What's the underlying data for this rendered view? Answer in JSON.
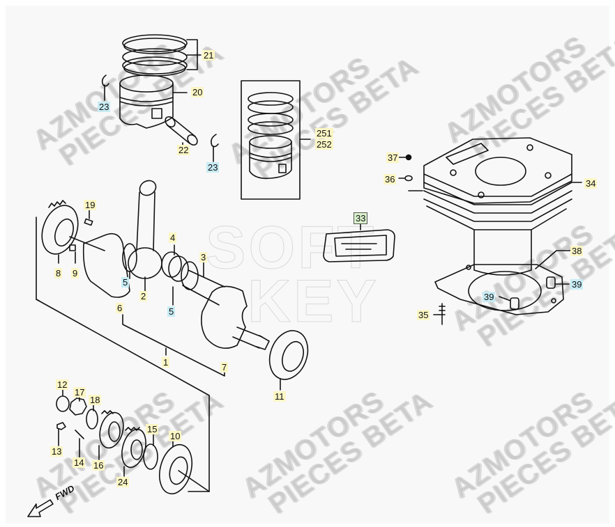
{
  "diagram": {
    "type": "exploded-parts-diagram",
    "subject": "Engine crankshaft, piston and cylinder assembly",
    "direction_label": "FWD",
    "watermarks": {
      "line1": "AZMOTORS",
      "line2": "PIECES BETA",
      "center": [
        "SOFT",
        "KEY"
      ]
    },
    "colors": {
      "label_yellow": "#fbf6c4",
      "label_cyan": "#c8ecf4",
      "label_green": "#d9f1cc",
      "line": "#111111",
      "background": "#f8f8f8"
    },
    "labels": [
      {
        "id": "21",
        "text": "21",
        "part": "piston rings set",
        "style": "yellow"
      },
      {
        "id": "20",
        "text": "20",
        "part": "piston",
        "style": "yellow"
      },
      {
        "id": "23a",
        "text": "23",
        "part": "piston pin circlip (left)",
        "style": "cyan"
      },
      {
        "id": "22",
        "text": "22",
        "part": "piston pin",
        "style": "yellow"
      },
      {
        "id": "23b",
        "text": "23",
        "part": "piston pin circlip (right)",
        "style": "cyan"
      },
      {
        "id": "251",
        "text": "251",
        "part": "piston kit option",
        "style": "yellow"
      },
      {
        "id": "252",
        "text": "252",
        "part": "piston kit option",
        "style": "yellow"
      },
      {
        "id": "37",
        "text": "37",
        "part": "nut",
        "style": "yellow"
      },
      {
        "id": "36",
        "text": "36",
        "part": "washer",
        "style": "yellow"
      },
      {
        "id": "34",
        "text": "34",
        "part": "cylinder",
        "style": "yellow"
      },
      {
        "id": "33",
        "text": "33",
        "part": "gasket set",
        "style": "green"
      },
      {
        "id": "38",
        "text": "38",
        "part": "cylinder base gasket",
        "style": "yellow"
      },
      {
        "id": "39a",
        "text": "39",
        "part": "dowel pin",
        "style": "cyan"
      },
      {
        "id": "39b",
        "text": "39",
        "part": "dowel pin",
        "style": "cyan"
      },
      {
        "id": "35",
        "text": "35",
        "part": "stud bolt",
        "style": "yellow"
      },
      {
        "id": "19",
        "text": "19",
        "part": "key",
        "style": "yellow"
      },
      {
        "id": "8",
        "text": "8",
        "part": "gear",
        "style": "yellow"
      },
      {
        "id": "9",
        "text": "9",
        "part": "key",
        "style": "yellow"
      },
      {
        "id": "4",
        "text": "4",
        "part": "needle bearing",
        "style": "yellow"
      },
      {
        "id": "3",
        "text": "3",
        "part": "crank pin",
        "style": "yellow"
      },
      {
        "id": "5a",
        "text": "5",
        "part": "thrust washer",
        "style": "cyan"
      },
      {
        "id": "2",
        "text": "2",
        "part": "connecting rod",
        "style": "yellow"
      },
      {
        "id": "5b",
        "text": "5",
        "part": "thrust washer",
        "style": "cyan"
      },
      {
        "id": "6",
        "text": "6",
        "part": "crankshaft left",
        "style": "yellow"
      },
      {
        "id": "1",
        "text": "1",
        "part": "crankshaft assembly",
        "style": "yellow"
      },
      {
        "id": "7",
        "text": "7",
        "part": "crankshaft right",
        "style": "yellow"
      },
      {
        "id": "11",
        "text": "11",
        "part": "bearing",
        "style": "yellow"
      },
      {
        "id": "12",
        "text": "12",
        "part": "nut",
        "style": "yellow"
      },
      {
        "id": "17",
        "text": "17",
        "part": "nut",
        "style": "yellow"
      },
      {
        "id": "18",
        "text": "18",
        "part": "washer",
        "style": "yellow"
      },
      {
        "id": "13",
        "text": "13",
        "part": "key",
        "style": "yellow"
      },
      {
        "id": "14",
        "text": "14",
        "part": "screw",
        "style": "yellow"
      },
      {
        "id": "16",
        "text": "16",
        "part": "primary drive gear",
        "style": "yellow"
      },
      {
        "id": "15",
        "text": "15",
        "part": "spacer",
        "style": "yellow"
      },
      {
        "id": "10",
        "text": "10",
        "part": "bearing",
        "style": "yellow"
      },
      {
        "id": "24",
        "text": "24",
        "part": "balancer drive gear",
        "style": "yellow"
      }
    ]
  }
}
